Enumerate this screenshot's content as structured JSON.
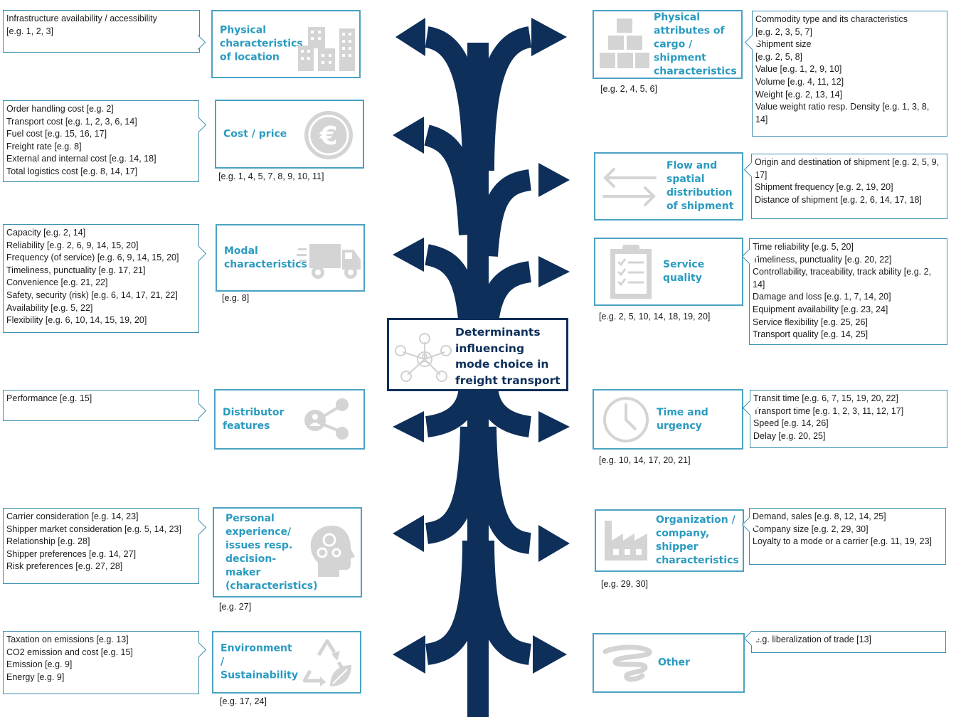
{
  "colors": {
    "trunk": "#0d2f5a",
    "accent": "#2a9bc0",
    "icon": "#d4d4d4"
  },
  "center": {
    "title": "Determinants influencing mode choice in freight transport",
    "icon": "network-icon"
  },
  "left": [
    {
      "title": "Physical characteristics of location",
      "icon": "buildings-icon",
      "ref": "",
      "details": [
        "Infrastructure availability / accessibility",
        "[e.g. 1, 2, 3]"
      ]
    },
    {
      "title": "Cost / price",
      "icon": "euro-coin-icon",
      "ref": "[e.g. 1, 4, 5, 7, 8, 9, 10, 11]",
      "details": [
        "Order handling cost [e.g. 2]",
        "Transport cost [e.g. 1, 2, 3, 6, 14]",
        "Fuel cost [e.g. 15, 16, 17]",
        "Freight rate [e.g. 8]",
        "External and internal cost [e.g. 14, 18]",
        "Total logistics cost [e.g. 8, 14, 17]"
      ]
    },
    {
      "title": "Modal characteristics",
      "icon": "truck-icon",
      "ref": "[e.g. 8]",
      "details": [
        "Capacity [e.g. 2, 14]",
        "Reliability [e.g. 2, 6, 9, 14, 15, 20]",
        "Frequency (of service) [e.g. 6, 9, 14, 15, 20]",
        "Timeliness, punctuality [e.g. 17, 21]",
        "Convenience [e.g. 21, 22]",
        "Safety, security (risk) [e.g. 6, 14, 17, 21, 22]",
        "Availability [e.g. 5, 22]",
        "Flexibility [e.g. 6, 10, 14, 15, 19, 20]"
      ]
    },
    {
      "title": "Distributor features",
      "icon": "share-person-icon",
      "ref": "",
      "details": [
        "Performance [e.g. 15]"
      ]
    },
    {
      "title": "Personal experience/ issues resp. decision-maker (characteristics)",
      "icon": "head-gears-icon",
      "ref": "[e.g. 27]",
      "details": [
        "Carrier consideration [e.g. 14, 23]",
        "Shipper market consideration [e.g. 5, 14, 23]",
        "Relationship [e.g. 28]",
        "Shipper preferences [e.g. 14, 27]",
        "Risk preferences [e.g. 27, 28]"
      ]
    },
    {
      "title": "Environment / Sustainability",
      "icon": "recycle-leaf-icon",
      "ref": "[e.g. 17, 24]",
      "details": [
        "Taxation on emissions [e.g. 13]",
        "CO2 emission and cost [e.g. 15]",
        "Emission [e.g. 9]",
        "Energy [e.g. 9]"
      ]
    }
  ],
  "right": [
    {
      "title": "Physical attributes of cargo / shipment characteristics",
      "icon": "boxes-icon",
      "ref": "[e.g. 2, 4, 5, 6]",
      "details": [
        "Commodity type and its characteristics",
        "[e.g. 2, 3, 5, 7]",
        "Shipment size",
        "[e.g. 2, 5, 8]",
        "Value [e.g. 1, 2, 9, 10]",
        "Volume [e.g. 4, 11, 12]",
        "Weight [e.g. 2, 13, 14]",
        "Value weight ratio resp. Density [e.g. 1, 3, 8, 14]"
      ]
    },
    {
      "title": "Flow and spatial distribution of shipment",
      "icon": "arrows-exchange-icon",
      "ref": "",
      "details": [
        "Origin and destination of shipment [e.g. 2, 5, 9, 17]",
        "Shipment frequency [e.g. 2, 19, 20]",
        "Distance of shipment [e.g. 2, 6, 14, 17, 18]"
      ]
    },
    {
      "title": "Service quality",
      "icon": "checklist-icon",
      "ref": "[e.g. 2, 5, 10, 14, 18, 19, 20]",
      "details": [
        "Time reliability [e.g. 5, 20]",
        "Timeliness, punctuality [e.g. 20, 22]",
        "Controllability, traceability, track ability [e.g. 2, 14]",
        "Damage and loss [e.g. 1, 7, 14, 20]",
        "Equipment availability [e.g. 23, 24]",
        "Service flexibility [e.g. 25, 26]",
        "Transport quality [e.g. 14, 25]"
      ]
    },
    {
      "title": "Time and urgency",
      "icon": "clock-icon",
      "ref": "[e.g. 10, 14, 17, 20, 21]",
      "details": [
        "Transit time [e.g. 6, 7, 15, 19, 20, 22]",
        "Transport time [e.g. 1, 2, 3, 11, 12, 17]",
        "Speed [e.g. 14, 26]",
        "Delay [e.g. 20, 25]"
      ]
    },
    {
      "title": "Organization / company, shipper characteristics",
      "icon": "factory-icon",
      "ref": "[e.g. 29, 30]",
      "details": [
        "Demand, sales [e.g. 8, 12, 14, 25]",
        "Company size [e.g. 2, 29, 30]",
        "Loyalty to a mode or a carrier [e.g. 11, 19, 23]"
      ]
    },
    {
      "title": "Other",
      "icon": "scribble-icon",
      "ref": "",
      "details": [
        "e.g. liberalization of trade [13]"
      ]
    }
  ]
}
